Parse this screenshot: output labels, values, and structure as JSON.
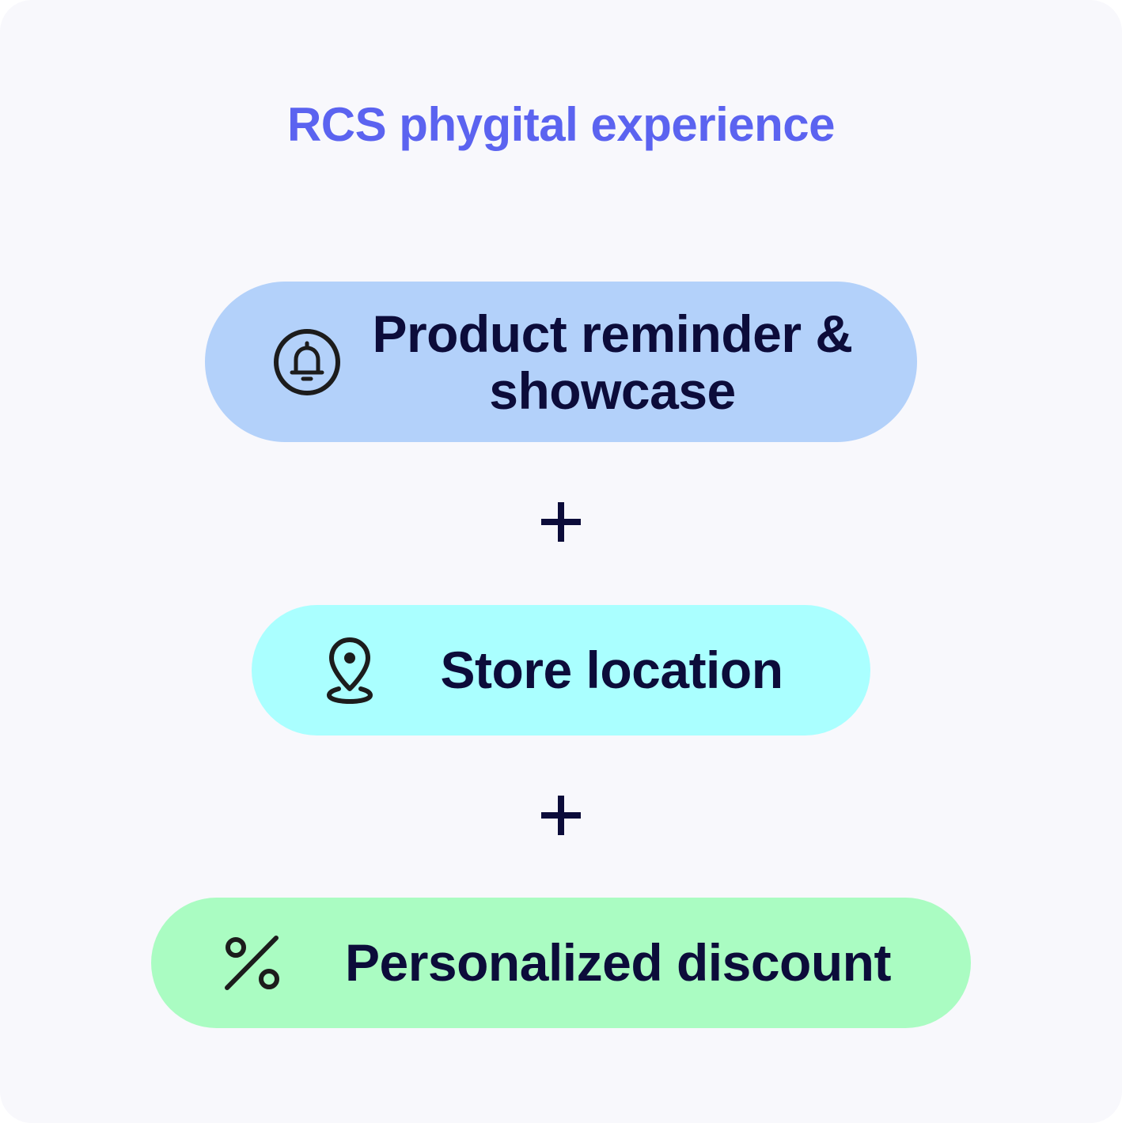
{
  "title": "RCS phygital experience",
  "steps": [
    {
      "label": "Product reminder & showcase",
      "icon": "bell-icon",
      "color": "#b3d1fa"
    },
    {
      "label": "Store location",
      "icon": "location-pin-icon",
      "color": "#aaffff"
    },
    {
      "label": "Personalized discount",
      "icon": "percent-icon",
      "color": "#aafcc2"
    }
  ],
  "connector": "plus",
  "colors": {
    "title": "#5b63f0",
    "text": "#0c0c3a",
    "background": "#f8f8fc"
  }
}
